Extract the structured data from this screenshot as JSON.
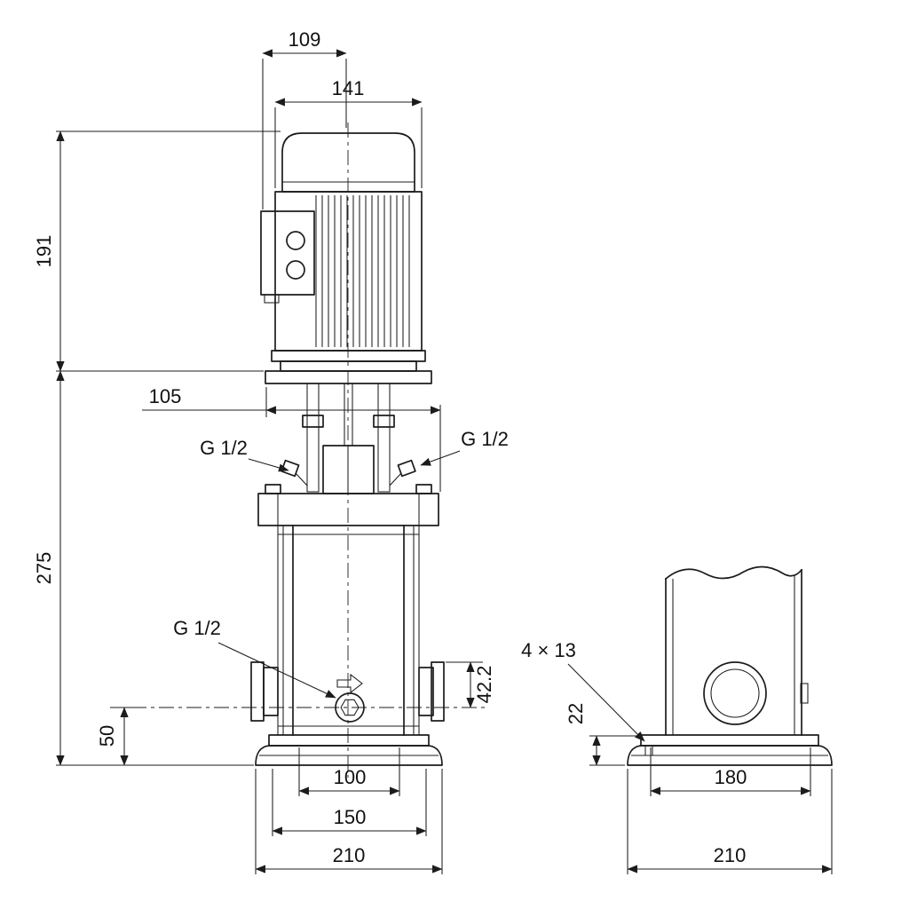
{
  "meta": {
    "type": "pump-dimensional-drawing",
    "colors": {
      "ink": "#1c1c1c",
      "background": "#ffffff"
    }
  },
  "labels": {
    "d109": "109",
    "d141": "141",
    "d191": "191",
    "d105": "105",
    "d275": "275",
    "d50": "50",
    "d42_2": "42.2",
    "d100": "100",
    "d150": "150",
    "d210_front": "210",
    "d22": "22",
    "d180": "180",
    "d210_side": "210",
    "holes": "4 × 13",
    "g_plug_left": "G 1/2",
    "g_plug_right": "G 1/2",
    "g_drain": "G 1/2"
  }
}
